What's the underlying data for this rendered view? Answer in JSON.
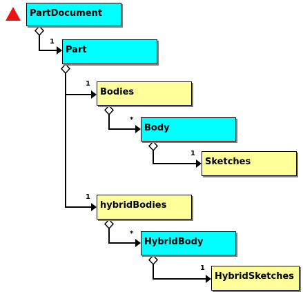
{
  "colors": {
    "cyan": "#00ffff",
    "yellow": "#ffff99",
    "marker": "#ee1111"
  },
  "marker_icon": "red-triangle",
  "nodes": {
    "part_document": "PartDocument",
    "part": "Part",
    "bodies": "Bodies",
    "body": "Body",
    "sketches": "Sketches",
    "hybrid_bodies": "hybridBodies",
    "hybrid_body": "HybridBody",
    "hybrid_sketches": "HybridSketches"
  },
  "multiplicities": {
    "part": "1",
    "bodies": "1",
    "body": "*",
    "sketches": "1",
    "hybrid_bodies": "1",
    "hybrid_body": "*",
    "hybrid_sketches": "1"
  }
}
